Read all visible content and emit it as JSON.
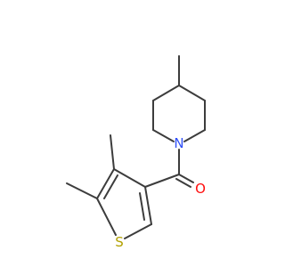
{
  "structure": {
    "atoms": [
      {
        "symbol": "N",
        "color": "#3050F8"
      },
      {
        "symbol": "O",
        "color": "#FF0D0D"
      },
      {
        "symbol": "S",
        "color": "#B2A100"
      }
    ]
  }
}
